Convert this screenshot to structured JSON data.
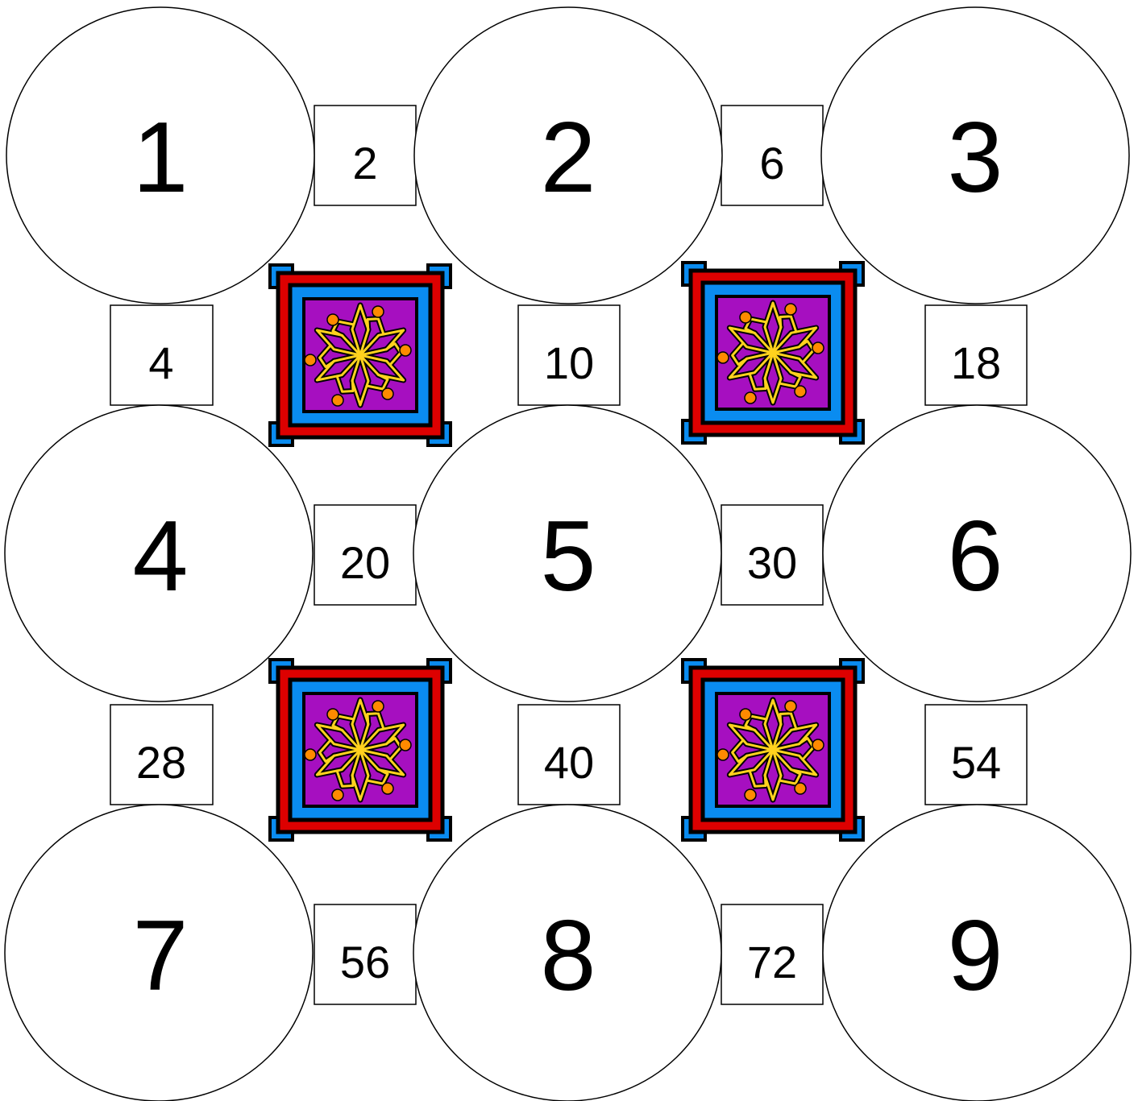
{
  "circles": [
    "1",
    "2",
    "3",
    "4",
    "5",
    "6",
    "7",
    "8",
    "9"
  ],
  "boxes": {
    "horizontal": [
      [
        "2",
        "6"
      ],
      [
        "20",
        "30"
      ],
      [
        "56",
        "72"
      ]
    ],
    "vertical": [
      [
        "4",
        "10",
        "18"
      ],
      [
        "28",
        "40",
        "54"
      ]
    ]
  },
  "tiles": {
    "count": 4,
    "icon": "ornamental-rosette-tile-icon",
    "colors": {
      "outer_frame": "#dd0000",
      "inner_frame": "#0a8cf0",
      "center": "#a60fc0",
      "star": "#ffd21e",
      "dots": "#ff8a00",
      "corner_squares": "#0a8cf0"
    }
  }
}
